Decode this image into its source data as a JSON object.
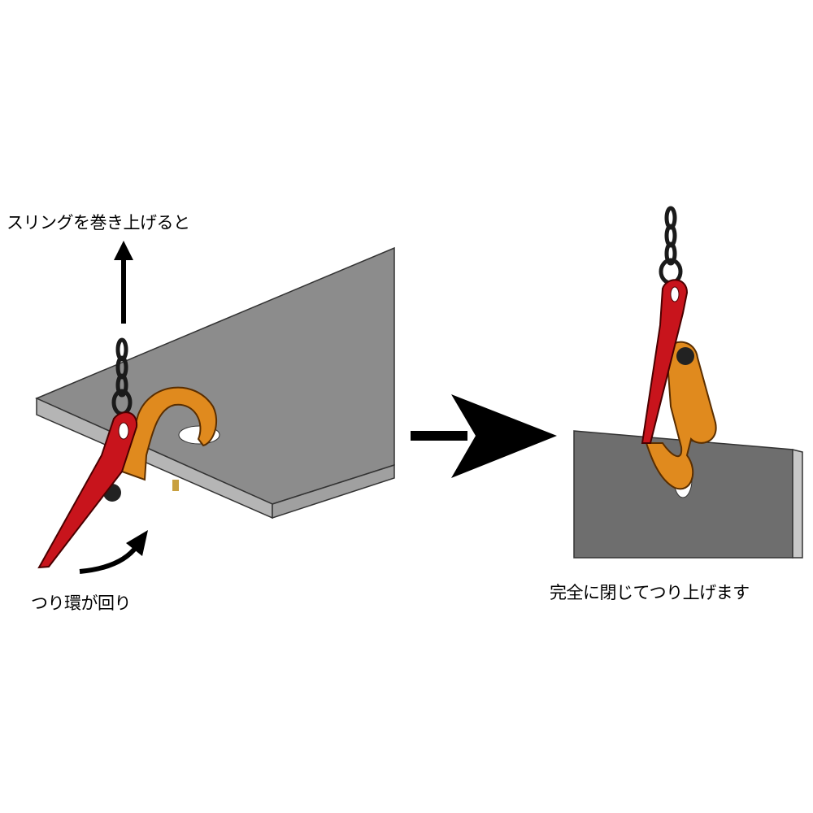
{
  "labels": {
    "step1_top": "スリングを巻き上げると",
    "step1_bottom": "つり環が回り",
    "step2_bottom": "完全に閉じてつり上げます"
  },
  "colors": {
    "plate_top": "#8c8c8c",
    "plate_edge": "#b5b5b5",
    "clamp_orange": "#e08a1e",
    "ring_red": "#c8141c",
    "chain": "#1a1a1a"
  }
}
